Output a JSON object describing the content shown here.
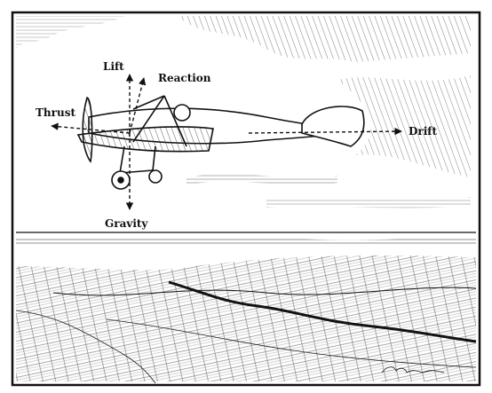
{
  "labels": {
    "lift": "Lift",
    "reaction": "Reaction",
    "thrust": "Thrust",
    "drift": "Drift",
    "gravity": "Gravity"
  },
  "colors": {
    "ink": "#111111",
    "paper": "#ffffff"
  }
}
